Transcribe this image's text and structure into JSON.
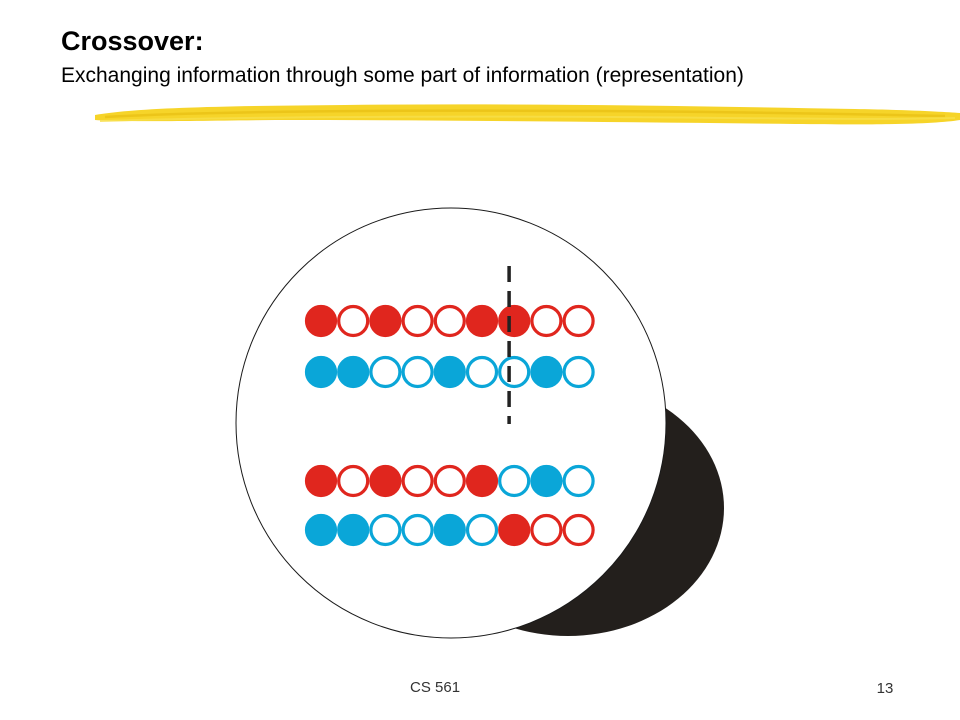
{
  "slide": {
    "title": "Crossover:",
    "subtitle": "Exchanging information through some part of information (representation)"
  },
  "footer": {
    "course": "CS 561",
    "page_number": "13"
  },
  "colors": {
    "parent_a": "#e0261e",
    "parent_b": "#0aa6d8",
    "shadow": "#231f1c",
    "highlighter": "#f5d21e"
  },
  "diagram": {
    "crossover_after_gene": 6,
    "rows": [
      {
        "role": "parent",
        "genes": [
          {
            "color": "red",
            "filled": true
          },
          {
            "color": "red",
            "filled": false
          },
          {
            "color": "red",
            "filled": true
          },
          {
            "color": "red",
            "filled": false
          },
          {
            "color": "red",
            "filled": false
          },
          {
            "color": "red",
            "filled": true
          },
          {
            "color": "red",
            "filled": true
          },
          {
            "color": "red",
            "filled": false
          },
          {
            "color": "red",
            "filled": false
          }
        ]
      },
      {
        "role": "parent",
        "genes": [
          {
            "color": "blue",
            "filled": true
          },
          {
            "color": "blue",
            "filled": true
          },
          {
            "color": "blue",
            "filled": false
          },
          {
            "color": "blue",
            "filled": false
          },
          {
            "color": "blue",
            "filled": true
          },
          {
            "color": "blue",
            "filled": false
          },
          {
            "color": "blue",
            "filled": false
          },
          {
            "color": "blue",
            "filled": true
          },
          {
            "color": "blue",
            "filled": false
          }
        ]
      },
      {
        "role": "offspring",
        "genes": [
          {
            "color": "red",
            "filled": true
          },
          {
            "color": "red",
            "filled": false
          },
          {
            "color": "red",
            "filled": true
          },
          {
            "color": "red",
            "filled": false
          },
          {
            "color": "red",
            "filled": false
          },
          {
            "color": "red",
            "filled": true
          },
          {
            "color": "blue",
            "filled": false
          },
          {
            "color": "blue",
            "filled": true
          },
          {
            "color": "blue",
            "filled": false
          }
        ]
      },
      {
        "role": "offspring",
        "genes": [
          {
            "color": "blue",
            "filled": true
          },
          {
            "color": "blue",
            "filled": true
          },
          {
            "color": "blue",
            "filled": false
          },
          {
            "color": "blue",
            "filled": false
          },
          {
            "color": "blue",
            "filled": true
          },
          {
            "color": "blue",
            "filled": false
          },
          {
            "color": "red",
            "filled": true
          },
          {
            "color": "red",
            "filled": false
          },
          {
            "color": "red",
            "filled": false
          }
        ]
      }
    ]
  }
}
